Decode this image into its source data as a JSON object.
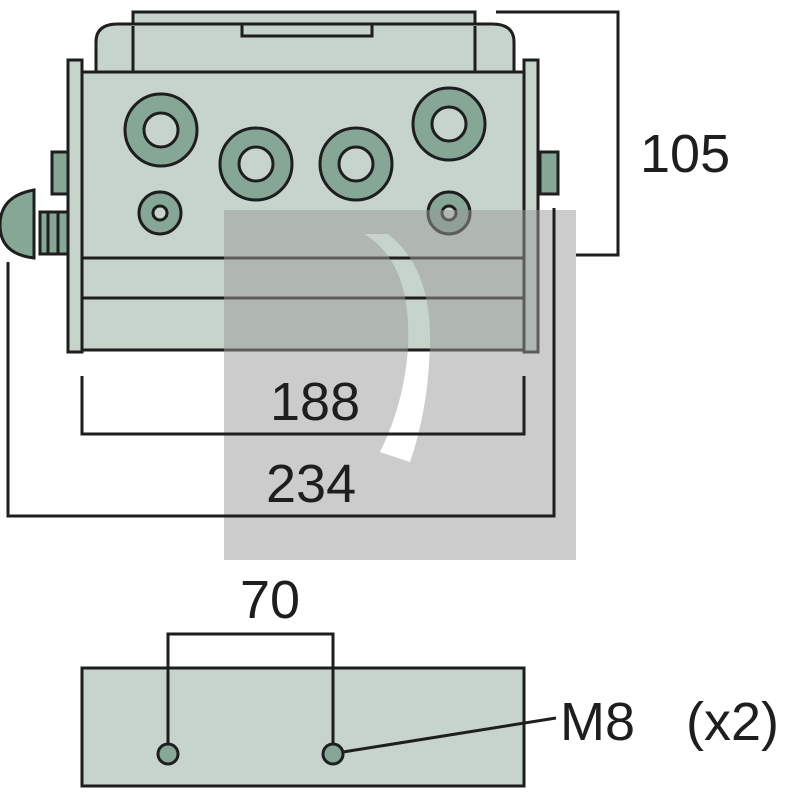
{
  "dimensions": {
    "height": "105",
    "inner_width": "188",
    "outer_width": "234",
    "hole_spacing": "70",
    "thread_label": "M8",
    "thread_count": "(x2)"
  },
  "colors": {
    "body": "#c7d4cc",
    "port": "#86a696",
    "line": "#1e1e1e",
    "watermark": "#bdbdbd"
  }
}
